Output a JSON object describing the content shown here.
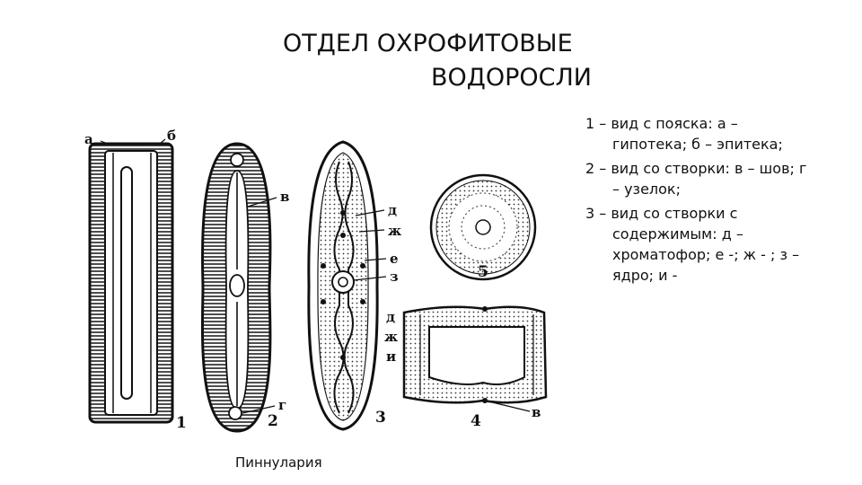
{
  "title": {
    "line1": "ОТДЕЛ ОХРОФИТОВЫЕ",
    "line2": "ВОДОРОСЛИ"
  },
  "legend": [
    {
      "first": "1 – вид с пояска: а –",
      "rest": [
        "гипотека; б – эпитека;"
      ]
    },
    {
      "first": "2 – вид со створки: в – шов; г",
      "rest": [
        "– узелок;"
      ]
    },
    {
      "first": "3 – вид со створки с",
      "rest": [
        "содержимым: д –",
        "хроматофор; е -; ж - ; з –",
        "ядро; и -"
      ]
    }
  ],
  "caption": "Пиннулария",
  "figure_labels": {
    "a": "а",
    "b": "б",
    "v": "в",
    "g": "г",
    "d": "д",
    "zh": "ж",
    "e": "е",
    "z": "з",
    "i": "и",
    "n1": "1",
    "n2": "2",
    "n3": "3",
    "n4": "4",
    "n5": "5"
  }
}
